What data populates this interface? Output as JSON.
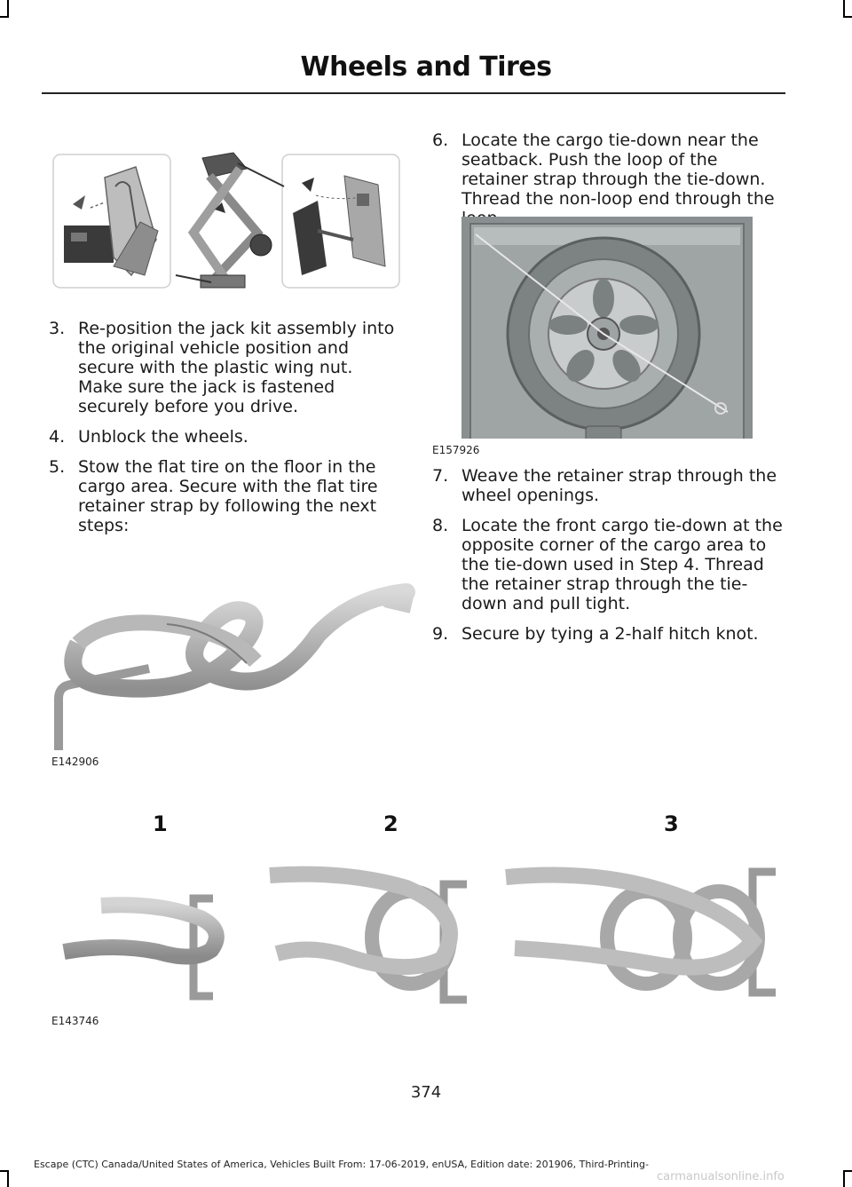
{
  "header": {
    "title": "Wheels and Tires"
  },
  "left_steps": [
    {
      "num": "3.",
      "text": "Re-position the jack kit assembly into the original vehicle position and secure with the plastic wing nut. Make sure the jack is fastened securely before you drive."
    },
    {
      "num": "4.",
      "text": "Unblock the wheels."
    },
    {
      "num": "5.",
      "text": "Stow the flat tire on the floor in the cargo area. Secure with the flat tire retainer strap by following the next steps:"
    }
  ],
  "right_steps_top": [
    {
      "num": "6.",
      "text": "Locate the cargo tie-down near the seatback. Push the loop of the retainer strap through the tie-down. Thread the non-loop end through the loop."
    }
  ],
  "right_steps_bottom": [
    {
      "num": "7.",
      "text": "Weave the retainer strap through the wheel openings."
    },
    {
      "num": "8.",
      "text": "Locate the front cargo tie-down at the opposite corner of the cargo area to the tie-down used in Step 4. Thread the retainer strap through the tie-down and pull tight."
    },
    {
      "num": "9.",
      "text": "Secure by tying a 2-half hitch knot."
    }
  ],
  "figures": {
    "strap_loop_code": "E142906",
    "spare_tire_code": "E157926",
    "knot_sequence_code": "E143746",
    "knot_labels": [
      "1",
      "2",
      "3"
    ]
  },
  "page_number": "374",
  "footer": "Escape (CTC) Canada/United States of America, Vehicles Built From: 17-06-2019, enUSA, Edition date: 201906, Third-Printing-",
  "watermark": "carmanualsonline.info"
}
